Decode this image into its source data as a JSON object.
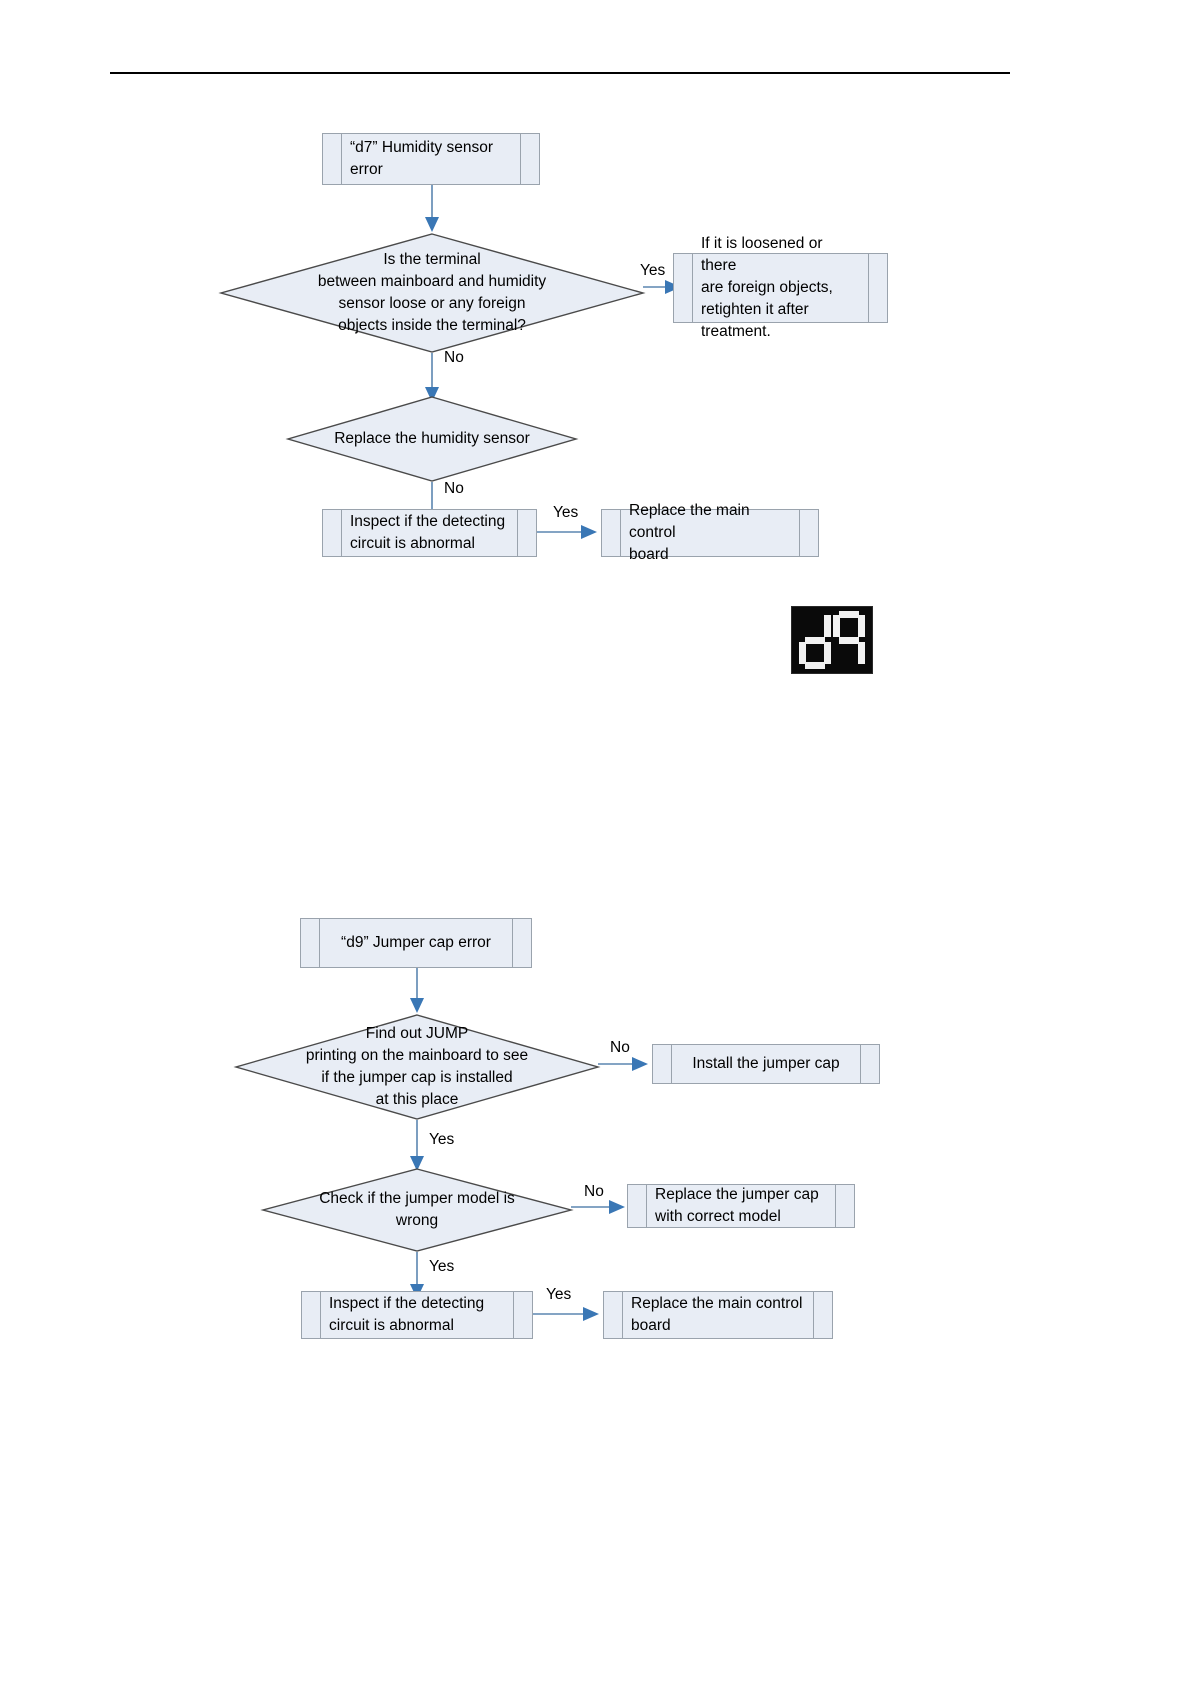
{
  "page": {
    "header_rule": true
  },
  "flowchart_d7": {
    "title": "“d7” Humidity sensor error diagnostic flowchart",
    "nodes": {
      "start": {
        "label": "“d7” Humidity sensor\nerror",
        "type": "process"
      },
      "decision_terminal": {
        "label": "Is the terminal\nbetween mainboard and humidity\nsensor loose or any foreign\nobjects inside the terminal?",
        "type": "decision"
      },
      "action_retighten": {
        "label": "If it is loosened or there\nare foreign objects,\nretighten it after treatment.",
        "type": "process"
      },
      "decision_replace_sensor": {
        "label": "Replace the humidity sensor",
        "type": "decision"
      },
      "action_inspect_circuit": {
        "label": "Inspect if the detecting\ncircuit is abnormal",
        "type": "process"
      },
      "action_replace_board": {
        "label": "Replace the main control\nboard",
        "type": "process"
      }
    },
    "edges": [
      {
        "from": "start",
        "to": "decision_terminal",
        "label": ""
      },
      {
        "from": "decision_terminal",
        "to": "action_retighten",
        "label": "Yes"
      },
      {
        "from": "decision_terminal",
        "to": "decision_replace_sensor",
        "label": "No"
      },
      {
        "from": "decision_replace_sensor",
        "to": "action_inspect_circuit",
        "label": "No"
      },
      {
        "from": "action_inspect_circuit",
        "to": "action_replace_board",
        "label": "Yes"
      }
    ]
  },
  "led_display": {
    "name": "seven-segment-display",
    "value": "d9",
    "digits": [
      {
        "char": "d",
        "segments": [
          "b",
          "c",
          "d",
          "e",
          "g"
        ]
      },
      {
        "char": "9",
        "segments": [
          "a",
          "b",
          "c",
          "f",
          "g"
        ]
      }
    ],
    "background_color": "#0a0a0a",
    "segment_color": "#f2f2f2"
  },
  "flowchart_d9": {
    "title": "“d9” Jumper cap error diagnostic flowchart",
    "nodes": {
      "start": {
        "label": "“d9” Jumper cap error",
        "type": "process"
      },
      "decision_find_jump": {
        "label": "Find out JUMP\nprinting on the mainboard to see\nif the jumper cap is installed\nat this place",
        "type": "decision"
      },
      "action_install_cap": {
        "label": "Install the jumper cap",
        "type": "process"
      },
      "decision_model_wrong": {
        "label": "Check if the jumper model is\nwrong",
        "type": "decision"
      },
      "action_replace_cap": {
        "label": "Replace the jumper cap\nwith correct model",
        "type": "process"
      },
      "action_inspect_circuit": {
        "label": "Inspect if the detecting\ncircuit is abnormal",
        "type": "process"
      },
      "action_replace_board": {
        "label": "Replace the main control\nboard",
        "type": "process"
      }
    },
    "edges": [
      {
        "from": "start",
        "to": "decision_find_jump",
        "label": ""
      },
      {
        "from": "decision_find_jump",
        "to": "action_install_cap",
        "label": "No"
      },
      {
        "from": "decision_find_jump",
        "to": "decision_model_wrong",
        "label": "Yes"
      },
      {
        "from": "decision_model_wrong",
        "to": "action_replace_cap",
        "label": "No"
      },
      {
        "from": "decision_model_wrong",
        "to": "action_inspect_circuit",
        "label": "Yes"
      },
      {
        "from": "action_inspect_circuit",
        "to": "action_replace_board",
        "label": "Yes"
      }
    ]
  },
  "colors": {
    "node_fill": "#e8edf5",
    "node_border": "#9aa3ad",
    "diamond_border": "#4a4a4a",
    "connector": "#5b85b0",
    "arrowhead": "#3a77b5",
    "text": "#000000"
  }
}
